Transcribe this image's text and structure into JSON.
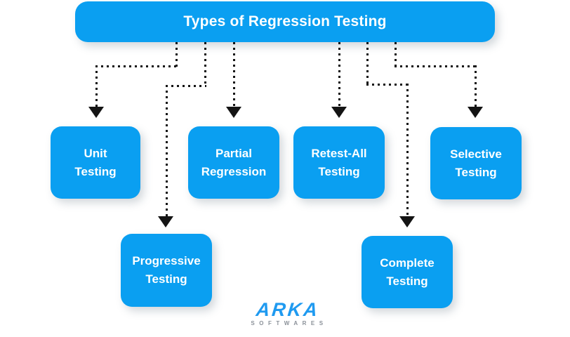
{
  "title": "Types of Regression Testing",
  "nodes": [
    {
      "id": "unit-testing",
      "line1": "Unit",
      "line2": "Testing"
    },
    {
      "id": "partial-regression",
      "line1": "Partial",
      "line2": "Regression"
    },
    {
      "id": "retest-all-testing",
      "line1": "Retest-All",
      "line2": "Testing"
    },
    {
      "id": "selective-testing",
      "line1": "Selective",
      "line2": "Testing"
    },
    {
      "id": "progressive-testing",
      "line1": "Progressive",
      "line2": "Testing"
    },
    {
      "id": "complete-testing",
      "line1": "Complete",
      "line2": "Testing"
    }
  ],
  "edges": [
    {
      "from": "title",
      "to": "unit-testing"
    },
    {
      "from": "title",
      "to": "progressive-testing"
    },
    {
      "from": "title",
      "to": "partial-regression"
    },
    {
      "from": "title",
      "to": "retest-all-testing"
    },
    {
      "from": "title",
      "to": "complete-testing"
    },
    {
      "from": "title",
      "to": "selective-testing"
    }
  ],
  "logo": {
    "brand": "ARKA",
    "tagline": "SOFTWARES"
  },
  "colors": {
    "accent_blue": "#0a9ff1",
    "connector_black": "#141414",
    "logo_blue": "#1f9af0",
    "logo_gray": "#8b9199",
    "text_white": "#ffffff",
    "background": "#ffffff"
  }
}
